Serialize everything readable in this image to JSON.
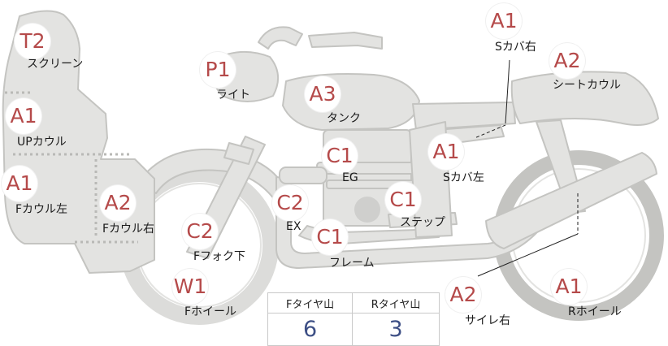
{
  "parts": [
    {
      "id": "screen",
      "grade": "T2",
      "label": "スクリーン"
    },
    {
      "id": "light",
      "grade": "P1",
      "label": "ライト"
    },
    {
      "id": "tank",
      "grade": "A3",
      "label": "タンク"
    },
    {
      "id": "side-cover-right",
      "grade": "A1",
      "label": "Sカバ右"
    },
    {
      "id": "seat-cowl",
      "grade": "A2",
      "label": "シートカウル"
    },
    {
      "id": "up-cowl",
      "grade": "A1",
      "label": "UPカウル"
    },
    {
      "id": "engine",
      "grade": "C1",
      "label": "EG"
    },
    {
      "id": "side-cover-left",
      "grade": "A1",
      "label": "Sカバ左"
    },
    {
      "id": "front-cowl-left",
      "grade": "A1",
      "label": "Fカウル左"
    },
    {
      "id": "front-cowl-right",
      "grade": "A2",
      "label": "Fカウル右"
    },
    {
      "id": "exhaust",
      "grade": "C2",
      "label": "EX"
    },
    {
      "id": "step",
      "grade": "C1",
      "label": "ステップ"
    },
    {
      "id": "front-fork-lower",
      "grade": "C2",
      "label": "Fフォク下"
    },
    {
      "id": "frame",
      "grade": "C1",
      "label": "フレーム"
    },
    {
      "id": "front-wheel",
      "grade": "W1",
      "label": "Fホイール"
    },
    {
      "id": "silencer-right",
      "grade": "A2",
      "label": "サイレ右"
    },
    {
      "id": "rear-wheel",
      "grade": "A1",
      "label": "Rホイール"
    }
  ],
  "tire_tread": {
    "front_label": "Fタイヤ山",
    "rear_label": "Rタイヤ山",
    "front_value": "6",
    "rear_value": "3"
  },
  "colors": {
    "grade_text": "#b54a4a",
    "tread_value": "#3d4f85",
    "body_fill": "#e3e3e1",
    "body_stroke": "#c2c2bf"
  }
}
